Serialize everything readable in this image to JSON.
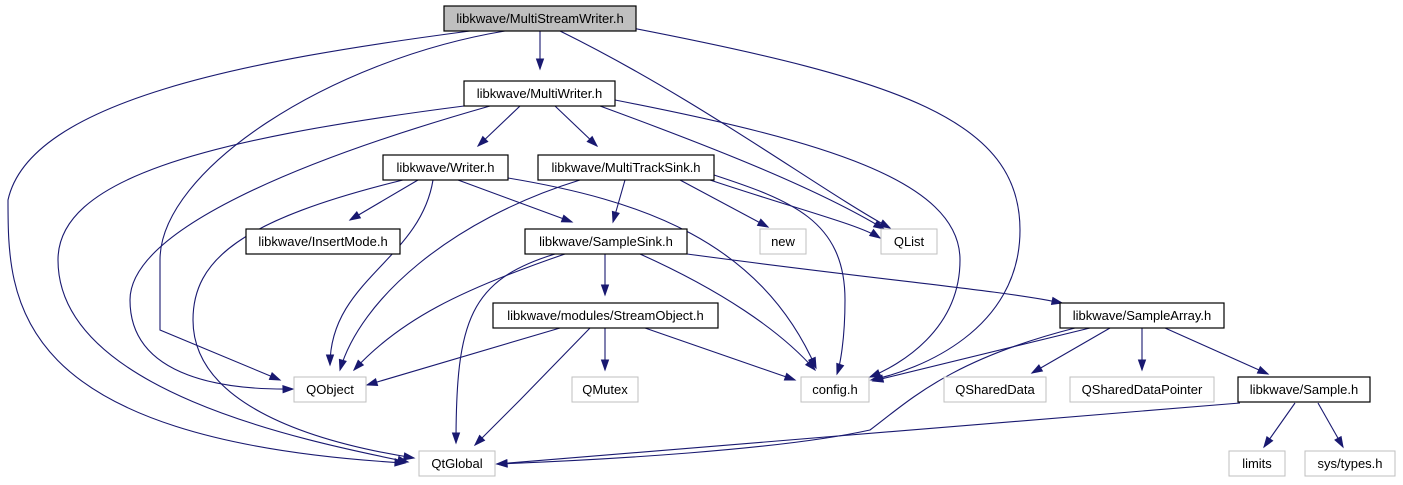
{
  "graph": {
    "nodes": [
      {
        "id": "MultiStreamWriter",
        "label": "libkwave/MultiStreamWriter.h",
        "kind": "root"
      },
      {
        "id": "MultiWriter",
        "label": "libkwave/MultiWriter.h",
        "kind": "doc"
      },
      {
        "id": "Writer",
        "label": "libkwave/Writer.h",
        "kind": "doc"
      },
      {
        "id": "MultiTrackSink",
        "label": "libkwave/MultiTrackSink.h",
        "kind": "doc"
      },
      {
        "id": "InsertMode",
        "label": "libkwave/InsertMode.h",
        "kind": "doc"
      },
      {
        "id": "SampleSink",
        "label": "libkwave/SampleSink.h",
        "kind": "doc"
      },
      {
        "id": "new",
        "label": "new",
        "kind": "ext"
      },
      {
        "id": "QList",
        "label": "QList",
        "kind": "ext"
      },
      {
        "id": "StreamObject",
        "label": "libkwave/modules/StreamObject.h",
        "kind": "doc"
      },
      {
        "id": "SampleArray",
        "label": "libkwave/SampleArray.h",
        "kind": "doc"
      },
      {
        "id": "QObject",
        "label": "QObject",
        "kind": "ext"
      },
      {
        "id": "QMutex",
        "label": "QMutex",
        "kind": "ext"
      },
      {
        "id": "config",
        "label": "config.h",
        "kind": "ext"
      },
      {
        "id": "QSharedData",
        "label": "QSharedData",
        "kind": "ext"
      },
      {
        "id": "QSharedDataPointer",
        "label": "QSharedDataPointer",
        "kind": "ext"
      },
      {
        "id": "Sample",
        "label": "libkwave/Sample.h",
        "kind": "doc"
      },
      {
        "id": "QtGlobal",
        "label": "QtGlobal",
        "kind": "ext"
      },
      {
        "id": "limits",
        "label": "limits",
        "kind": "ext"
      },
      {
        "id": "systypes",
        "label": "sys/types.h",
        "kind": "ext"
      }
    ],
    "edges": [
      {
        "from": "MultiStreamWriter",
        "to": "MultiWriter"
      },
      {
        "from": "MultiStreamWriter",
        "to": "QObject"
      },
      {
        "from": "MultiStreamWriter",
        "to": "QtGlobal"
      },
      {
        "from": "MultiStreamWriter",
        "to": "QList"
      },
      {
        "from": "MultiStreamWriter",
        "to": "config"
      },
      {
        "from": "MultiWriter",
        "to": "Writer"
      },
      {
        "from": "MultiWriter",
        "to": "MultiTrackSink"
      },
      {
        "from": "MultiWriter",
        "to": "QObject"
      },
      {
        "from": "MultiWriter",
        "to": "QtGlobal"
      },
      {
        "from": "MultiWriter",
        "to": "QList"
      },
      {
        "from": "MultiWriter",
        "to": "config"
      },
      {
        "from": "Writer",
        "to": "InsertMode"
      },
      {
        "from": "Writer",
        "to": "SampleSink"
      },
      {
        "from": "Writer",
        "to": "QObject"
      },
      {
        "from": "Writer",
        "to": "QtGlobal"
      },
      {
        "from": "Writer",
        "to": "config"
      },
      {
        "from": "MultiTrackSink",
        "to": "SampleSink"
      },
      {
        "from": "MultiTrackSink",
        "to": "new"
      },
      {
        "from": "MultiTrackSink",
        "to": "QList"
      },
      {
        "from": "MultiTrackSink",
        "to": "QObject"
      },
      {
        "from": "MultiTrackSink",
        "to": "config"
      },
      {
        "from": "SampleSink",
        "to": "StreamObject"
      },
      {
        "from": "SampleSink",
        "to": "SampleArray"
      },
      {
        "from": "SampleSink",
        "to": "QObject"
      },
      {
        "from": "SampleSink",
        "to": "QtGlobal"
      },
      {
        "from": "SampleSink",
        "to": "config"
      },
      {
        "from": "StreamObject",
        "to": "QObject"
      },
      {
        "from": "StreamObject",
        "to": "QMutex"
      },
      {
        "from": "StreamObject",
        "to": "config"
      },
      {
        "from": "StreamObject",
        "to": "QtGlobal"
      },
      {
        "from": "SampleArray",
        "to": "config"
      },
      {
        "from": "SampleArray",
        "to": "QSharedData"
      },
      {
        "from": "SampleArray",
        "to": "QSharedDataPointer"
      },
      {
        "from": "SampleArray",
        "to": "Sample"
      },
      {
        "from": "SampleArray",
        "to": "QtGlobal"
      },
      {
        "from": "Sample",
        "to": "QtGlobal"
      },
      {
        "from": "Sample",
        "to": "limits"
      },
      {
        "from": "Sample",
        "to": "systypes"
      }
    ]
  },
  "colors": {
    "edge": "#191970",
    "documented_border": "#000000",
    "external_border": "#bfbfbf",
    "root_fill": "#bfbfbf"
  }
}
